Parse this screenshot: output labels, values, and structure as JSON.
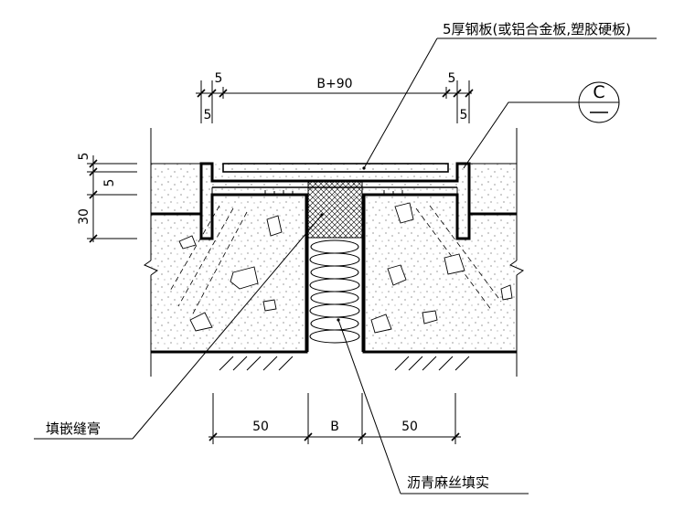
{
  "labels": {
    "steel_plate": "5厚钢板(或铝合金板,塑胶硬板)",
    "sealant": "填嵌缝膏",
    "asphalt_hemp": "沥青麻丝填实"
  },
  "section_symbol": {
    "letter": "C"
  },
  "dimensions": {
    "top_total": "B+90",
    "top_left_outer": "5",
    "top_left_inner": "5",
    "top_right_outer": "5",
    "top_right_inner": "5",
    "left_top": "5",
    "left_mid": "5",
    "left_bottom": "30",
    "bottom_left": "50",
    "bottom_mid": "B",
    "bottom_right": "50"
  },
  "colors": {
    "line": "#000000",
    "background": "#ffffff"
  }
}
